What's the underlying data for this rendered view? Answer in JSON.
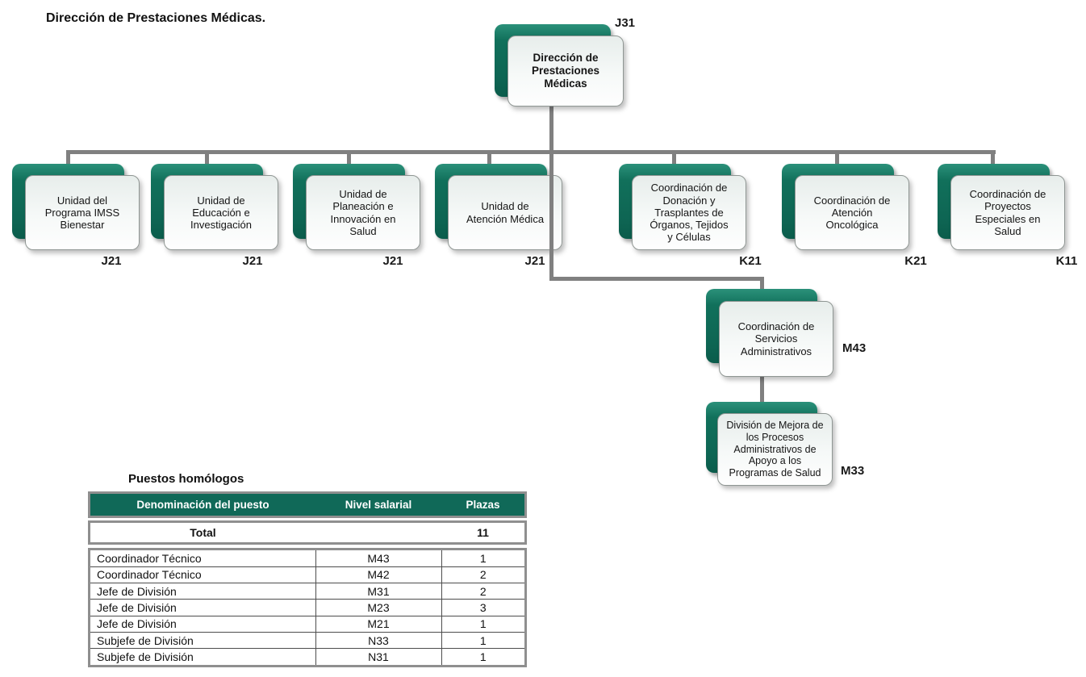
{
  "page": {
    "title": "Dirección de Prestaciones Médicas."
  },
  "colors": {
    "institutional_green": "#106958",
    "connector_gray": "#808080"
  },
  "org": {
    "nodes": [
      {
        "id": "direccion-prestaciones-medicas",
        "title": "Dirección de\nPrestaciones\nMédicas",
        "grade": "J31"
      },
      {
        "id": "unidad-programa-imss-bienestar",
        "title": "Unidad del\nPrograma IMSS\nBienestar",
        "grade": "J21"
      },
      {
        "id": "unidad-educacion-investigacion",
        "title": "Unidad de\nEducación e\nInvestigación",
        "grade": "J21"
      },
      {
        "id": "unidad-planeacion-innovacion-salud",
        "title": "Unidad de\nPlaneación e\nInnovación en\nSalud",
        "grade": "J21"
      },
      {
        "id": "unidad-atencion-medica",
        "title": "Unidad de\nAtención Médica",
        "grade": "J21"
      },
      {
        "id": "coordinacion-donacion-trasplantes",
        "title": "Coordinación de\nDonación y\nTrasplantes de\nÓrganos, Tejidos\ny Células",
        "grade": "K21"
      },
      {
        "id": "coordinacion-atencion-oncologica",
        "title": "Coordinación de\nAtención\nOncológica",
        "grade": "K21"
      },
      {
        "id": "coordinacion-proyectos-especiales-salud",
        "title": "Coordinación de\nProyectos\nEspeciales en\nSalud",
        "grade": "K11"
      },
      {
        "id": "coordinacion-servicios-administrativos",
        "title": "Coordinación de\nServicios\nAdministrativos",
        "grade": "M43"
      },
      {
        "id": "division-mejora-procesos-administrativos",
        "title": "División de Mejora de\nlos Procesos\nAdministrativos de\nApoyo a los\nProgramas de Salud",
        "grade": "M33"
      }
    ]
  },
  "table": {
    "title": "Puestos homólogos",
    "headers": [
      "Denominación del puesto",
      "Nivel salarial",
      "Plazas"
    ],
    "total_label": "Total",
    "total_value": "11",
    "rows": [
      [
        "Coordinador Técnico",
        "M43",
        "1"
      ],
      [
        "Coordinador Técnico",
        "M42",
        "2"
      ],
      [
        "Jefe de División",
        "M31",
        "2"
      ],
      [
        "Jefe de División",
        "M23",
        "3"
      ],
      [
        "Jefe de División",
        "M21",
        "1"
      ],
      [
        "Subjefe de División",
        "N33",
        "1"
      ],
      [
        "Subjefe de División",
        "N31",
        "1"
      ]
    ]
  }
}
